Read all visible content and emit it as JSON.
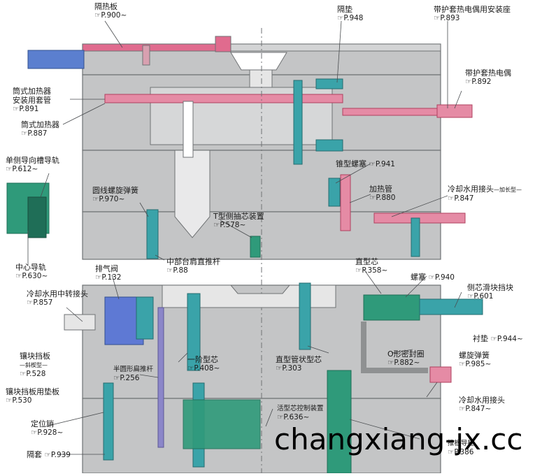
{
  "labels": [
    {
      "id": "insulation-plate",
      "name": "隔热板",
      "page": "☞P.900~"
    },
    {
      "id": "spacer",
      "name": "隔垫",
      "page": "☞P.948"
    },
    {
      "id": "sheathed-thermocouple-seat",
      "name": "带护套热电偶用安装座",
      "page": "☞P.893"
    },
    {
      "id": "sheathed-thermocouple",
      "name": "带护套热电偶",
      "page": "☞P.892"
    },
    {
      "id": "cartridge-heater-sleeve",
      "name": "筒式加热器\n安装用套管",
      "page": "☞P.891"
    },
    {
      "id": "cartridge-heater",
      "name": "筒式加热器",
      "page": "☞P.887"
    },
    {
      "id": "one-side-guide-rail",
      "name": "单侧导向槽导轨",
      "page": "☞P.612~"
    },
    {
      "id": "taper-plug",
      "name": "锥型螺塞",
      "page": "☞P.941"
    },
    {
      "id": "coil-spring",
      "name": "圆线螺旋弹簧",
      "page": "☞P.970~"
    },
    {
      "id": "heater-tube",
      "name": "加热管",
      "page": "☞P.880"
    },
    {
      "id": "cooling-water-fitting-long",
      "name": "冷却水用接头",
      "suffix": "—加长型—",
      "page": "☞P.847"
    },
    {
      "id": "t-side-core-device",
      "name": "T型侧抽芯装置",
      "page": "☞P.578~"
    },
    {
      "id": "mid-step-ejector",
      "name": "中部台肩直推杆",
      "page": "☞P.88"
    },
    {
      "id": "center-guide-rail",
      "name": "中心导轨",
      "page": "☞P.630~"
    },
    {
      "id": "vent-valve",
      "name": "排气阀",
      "page": "☞P.132"
    },
    {
      "id": "straight-core",
      "name": "直型芯",
      "page": "☞P.358~"
    },
    {
      "id": "screw-plug",
      "name": "螺塞",
      "page": "☞P.940"
    },
    {
      "id": "side-slide-stop",
      "name": "侧芯滑块挡块",
      "page": "☞P.601"
    },
    {
      "id": "cooling-water-relay",
      "name": "冷却水用中转接头",
      "page": "☞P.857"
    },
    {
      "id": "washer",
      "name": "衬垫",
      "page": "☞P.944~"
    },
    {
      "id": "o-ring",
      "name": "O形密封圈",
      "page": "☞P.882~"
    },
    {
      "id": "spiral-spring",
      "name": "螺旋弹簧",
      "page": "☞P.985~"
    },
    {
      "id": "insert-stop",
      "name": "镶块挡板",
      "suffix": "—斜楔型—",
      "page": "☞P.528"
    },
    {
      "id": "step-core",
      "name": "一阶型芯",
      "page": "☞P.408~"
    },
    {
      "id": "straight-tube-core",
      "name": "直型管状型芯",
      "page": "☞P.303"
    },
    {
      "id": "half-round-ejector",
      "name": "半圆形扁推杆",
      "page": "☞P.256"
    },
    {
      "id": "insert-stop-pad",
      "name": "镶块挡板用垫板",
      "page": "☞P.530"
    },
    {
      "id": "cooling-water-fitting",
      "name": "冷却水用接头",
      "page": "☞P.847~"
    },
    {
      "id": "locating-pin",
      "name": "定位销",
      "page": "☞P.928~"
    },
    {
      "id": "slide-core-control",
      "name": "活型芯控制装置",
      "page": "☞P.636~"
    },
    {
      "id": "sleeve",
      "name": "隔套",
      "page": "☞P.939"
    },
    {
      "id": "ejector-guide",
      "name": "推板导柱",
      "page": "☞P.386"
    }
  ],
  "watermark": "changxiang-jx.cc",
  "colors": {
    "plate": "#bfc0c0",
    "plate_dark": "#8f9192",
    "line": "#6f7274",
    "pink": "#d9537a",
    "teal": "#3aa3a9",
    "green": "#2f9a7a",
    "blue": "#5e79d4",
    "purple": "#8b86c9"
  }
}
